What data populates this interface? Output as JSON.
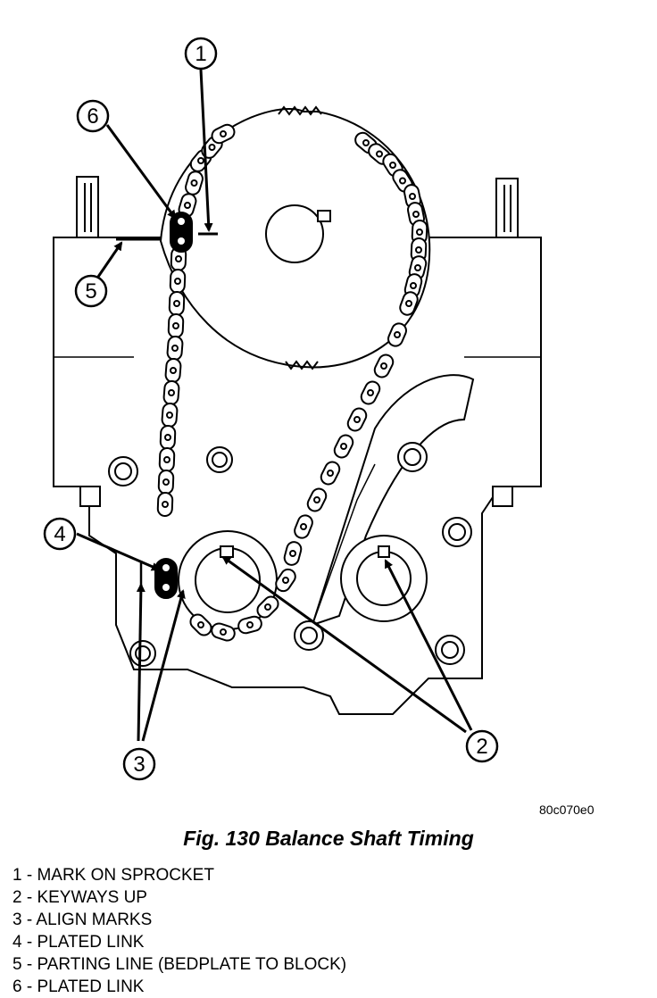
{
  "figure": {
    "image_code": "80c070e0",
    "caption": "Fig. 130 Balance Shaft Timing",
    "callouts": [
      "1",
      "2",
      "3",
      "4",
      "5",
      "6"
    ]
  },
  "legend": [
    "1 - MARK ON SPROCKET",
    "2 - KEYWAYS UP",
    "3 - ALIGN MARKS",
    "4 - PLATED LINK",
    "5 - PARTING LINE (BEDPLATE TO BLOCK)",
    "6 - PLATED LINK"
  ],
  "colors": {
    "ink": "#000000",
    "paper": "#ffffff"
  }
}
